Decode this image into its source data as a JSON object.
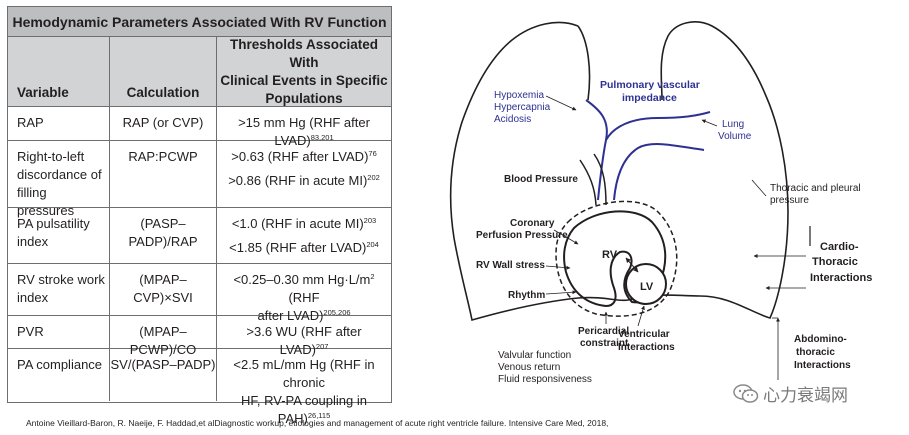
{
  "table": {
    "title": "Hemodynamic Parameters Associated With RV Function",
    "headers": {
      "variable": "Variable",
      "calculation": "Calculation",
      "thresholds_l1": "Thresholds Associated With",
      "thresholds_l2": "Clinical Events in Specific",
      "thresholds_l3": "Populations"
    },
    "rows": [
      {
        "variable": "RAP",
        "calculation": "RAP (or CVP)",
        "t1": ">15 mm Hg (RHF after LVAD)",
        "t1_ref": "83,201"
      },
      {
        "variable": "Right-to-left discordance of filling pressures",
        "calculation": "RAP:PCWP",
        "t1": ">0.63 (RHF after LVAD)",
        "t1_ref": "76",
        "t2": ">0.86 (RHF in acute MI)",
        "t2_ref": "202"
      },
      {
        "variable": "PA pulsatility index",
        "calculation": "(PASP–PADP)/RAP",
        "t1": "<1.0 (RHF in acute MI)",
        "t1_ref": "203",
        "t2": "<1.85 (RHF after LVAD)",
        "t2_ref": "204"
      },
      {
        "variable": "RV stroke work index",
        "calculation": "(MPAP–CVP)×SVI",
        "t1": "<0.25–0.30 mm Hg·L/m",
        "t1_sup": "2",
        "t1b": " (RHF",
        "t1c": "after LVAD)",
        "t1_ref": "205,206"
      },
      {
        "variable": "PVR",
        "calculation": "(MPAP–PCWP)/CO",
        "t1": ">3.6 WU (RHF after LVAD)",
        "t1_ref": "207"
      },
      {
        "variable": "PA compliance",
        "calculation": "SV/(PASP–PADP)",
        "t1": "<2.5 mL/mm Hg (RHF in chronic",
        "t1b": "HF, RV-PA coupling in PAH)",
        "t1_ref": "26,115"
      }
    ]
  },
  "citation": "Antoine Vieillard-Baron, R. Naeije, F. Haddad,et alDiagnostic workup, etiologies and management of acute right ventricle failure. Intensive Care Med, 2018,",
  "diagram": {
    "hypoxemia": "Hypoxemia",
    "hypercapnia": "Hypercapnia",
    "acidosis": "Acidosis",
    "pvi_1": "Pulmonary vascular",
    "pvi_2": "impedance",
    "lung_1": "Lung",
    "lung_2": "Volume",
    "blood_pressure": "Blood Pressure",
    "thoracic_1": "Thoracic and pleural",
    "thoracic_2": "pressure",
    "coronary_1": "Coronary",
    "coronary_2": "Perfusion Pressure",
    "rv": "RV",
    "lv": "LV",
    "rv_wall": "RV Wall stress",
    "rhythm": "Rhythm",
    "cardio_1": "Cardio-",
    "cardio_2": "Thoracic",
    "cardio_3": "Interactions",
    "pericardial_1": "Pericardial",
    "pericardial_2": "constraint",
    "ventricular_1": "Ventricular",
    "ventricular_2": "Interactions",
    "abdomino_1": "Abdomino-",
    "abdomino_2": "thoracic",
    "abdomino_3": "Interactions",
    "valvular": "Valvular function",
    "venous": "Venous return",
    "fluid": "Fluid responsiveness"
  },
  "watermark": "心力衰竭网",
  "colors": {
    "blue": "#2e3192",
    "header_gray": "#bcbec0",
    "subheader_gray": "#d1d3d4",
    "border": "#6d6e71"
  }
}
